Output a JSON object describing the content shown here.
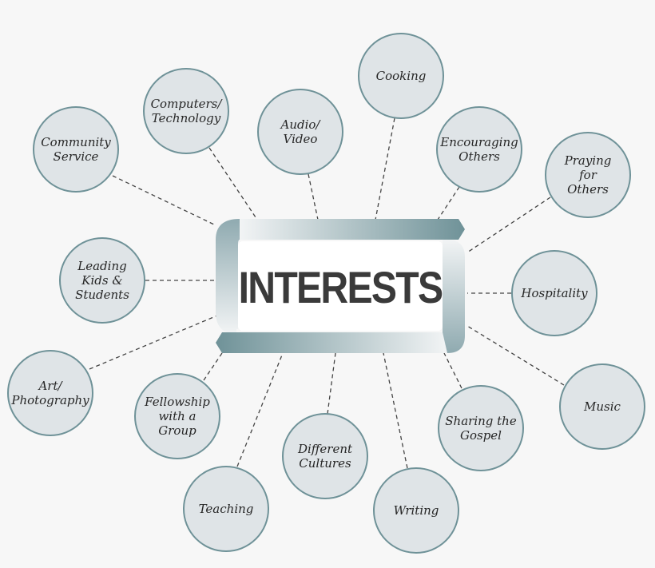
{
  "center": {
    "title": "INTERESTS"
  },
  "colors": {
    "accent": "#6f9298",
    "bubble_fill": "#dfe4e7",
    "line": "#444444",
    "text": "#262626"
  },
  "interests": [
    {
      "id": "community-service",
      "label": "Community\nService"
    },
    {
      "id": "computers-technology",
      "label": "Computers/\nTechnology"
    },
    {
      "id": "audio-video",
      "label": "Audio/\nVideo"
    },
    {
      "id": "cooking",
      "label": "Cooking"
    },
    {
      "id": "encouraging-others",
      "label": "Encouraging\nOthers"
    },
    {
      "id": "praying-for-others",
      "label": "Praying\nfor\nOthers"
    },
    {
      "id": "leading-kids-students",
      "label": "Leading\nKids &\nStudents"
    },
    {
      "id": "hospitality",
      "label": "Hospitality"
    },
    {
      "id": "art-photography",
      "label": "Art/\nPhotography"
    },
    {
      "id": "music",
      "label": "Music"
    },
    {
      "id": "fellowship-with-a-group",
      "label": "Fellowship\nwith a\nGroup"
    },
    {
      "id": "sharing-the-gospel",
      "label": "Sharing the\nGospel"
    },
    {
      "id": "different-cultures",
      "label": "Different\nCultures"
    },
    {
      "id": "teaching",
      "label": "Teaching"
    },
    {
      "id": "writing",
      "label": "Writing"
    }
  ]
}
